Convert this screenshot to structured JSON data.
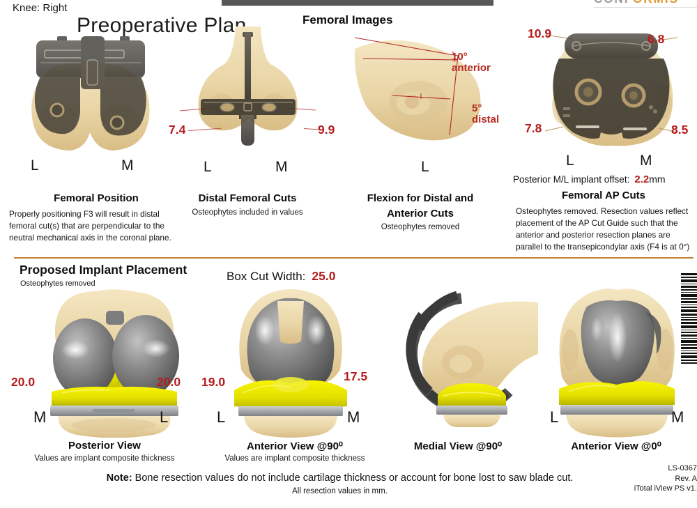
{
  "header": {
    "knee": "Knee: Right",
    "title": "Preoperative Plan",
    "logo_left": "CONF",
    "logo_right": "ORMIS",
    "section1": "Femoral Images"
  },
  "colors": {
    "measurement_red": "#b61c1c",
    "divider_orange": "#c0822e",
    "bone_tan": "#e9d5a6",
    "implant_gray": "#5c5c5c",
    "insert_yellow": "#e4e000"
  },
  "panels": {
    "femoral_position": {
      "left_label": "L",
      "right_label": "M",
      "caption": "Femoral Position",
      "description": "Properly positioning F3 will result in distal femoral cut(s) that are perpendicular to the neutral mechanical axis in the coronal plane."
    },
    "distal_femoral_cuts": {
      "left_value": "7.4",
      "right_value": "9.9",
      "left_label": "L",
      "right_label": "M",
      "caption": "Distal Femoral Cuts",
      "subcaption": "Osteophytes included in values"
    },
    "flexion": {
      "anterior_angle": "10°",
      "anterior_word": "anterior",
      "distal_angle": "5°",
      "distal_word": "distal",
      "center_label": "L",
      "caption_line1": "Flexion for Distal and",
      "caption_line2": "Anterior Cuts",
      "subcaption": "Osteophytes removed"
    },
    "femoral_ap_cuts": {
      "top_left_value": "10.9",
      "top_right_value": "6.8",
      "bottom_left_value": "7.8",
      "bottom_right_value": "8.5",
      "left_label": "L",
      "right_label": "M",
      "offset_label": "Posterior M/L implant offset:",
      "offset_value": "2.2",
      "offset_unit": "mm",
      "caption": "Femoral AP Cuts",
      "description": "Osteophytes removed. Resection values reflect placement of the AP Cut Guide such that the anterior and posterior resection planes are parallel to the transepicondylar axis (F4 is at 0°)"
    }
  },
  "implant_section": {
    "header": "Proposed Implant Placement",
    "subheader": "Osteophytes removed",
    "box_cut_label": "Box Cut Width:",
    "box_cut_value": "25.0",
    "views": {
      "posterior": {
        "caption": "Posterior View",
        "subcaption": "Values are implant composite thickness",
        "left_value": "20.0",
        "right_value": "20.0",
        "left_label": "M",
        "right_label": "L"
      },
      "anterior90": {
        "caption": "Anterior View @90⁰",
        "subcaption": "Values are implant composite thickness",
        "left_value": "19.0",
        "right_value": "17.5",
        "left_label": "L",
        "right_label": "M"
      },
      "medial90": {
        "caption": "Medial View @90⁰"
      },
      "anterior0": {
        "caption": "Anterior View @0⁰",
        "left_label": "L",
        "right_label": "M"
      }
    }
  },
  "footer": {
    "note_bold": "Note:",
    "note_text": " Bone resection values do not include cartilage thickness or account for bone lost to saw blade cut.",
    "note_sub": "All resection values in mm.",
    "doc_id": "LS-0367",
    "doc_rev": "Rev. A",
    "doc_app": "iTotal iView PS v1."
  }
}
